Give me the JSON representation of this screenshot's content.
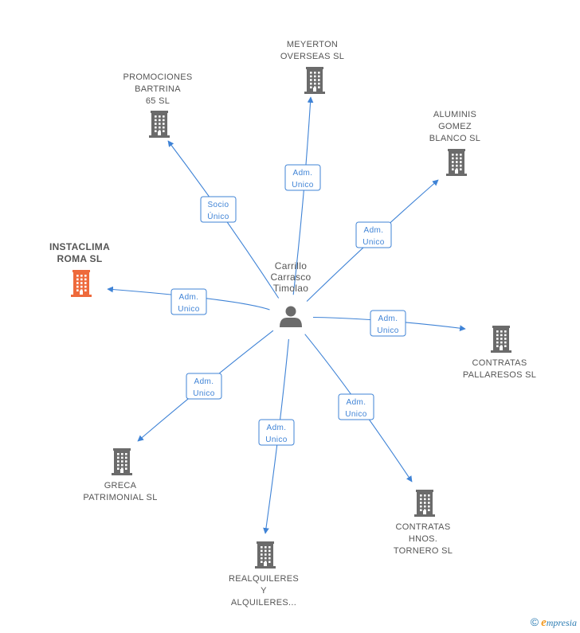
{
  "center": {
    "name_lines": [
      "Carrillo",
      "Carrasco",
      "Timolao"
    ]
  },
  "colors": {
    "edge": "#3f83d6",
    "company": "#6b6b6b",
    "focus": "#ee6a3c",
    "person": "#6b6b6b"
  },
  "nodes": [
    {
      "id": "instaclima",
      "lines": [
        "INSTACLIMA",
        "ROMA SL"
      ],
      "focus": true,
      "relation": [
        "Adm.",
        "Unico"
      ]
    },
    {
      "id": "promociones",
      "lines": [
        "PROMOCIONES",
        "BARTRINA",
        "65 SL"
      ],
      "relation": [
        "Socio",
        "Único"
      ]
    },
    {
      "id": "meyerton",
      "lines": [
        "MEYERTON",
        "OVERSEAS SL"
      ],
      "relation": [
        "Adm.",
        "Unico"
      ]
    },
    {
      "id": "aluminis",
      "lines": [
        "ALUMINIS",
        "GOMEZ",
        "BLANCO SL"
      ],
      "relation": [
        "Adm.",
        "Unico"
      ]
    },
    {
      "id": "pallaresos",
      "lines": [
        "CONTRATAS",
        "PALLARESOS SL"
      ],
      "relation": [
        "Adm.",
        "Unico"
      ]
    },
    {
      "id": "tornero",
      "lines": [
        "CONTRATAS",
        "HNOS.",
        "TORNERO SL"
      ],
      "relation": [
        "Adm.",
        "Unico"
      ]
    },
    {
      "id": "realquileres",
      "lines": [
        "REALQUILERES",
        "Y",
        "ALQUILERES..."
      ],
      "relation": [
        "Adm.",
        "Unico"
      ]
    },
    {
      "id": "greca",
      "lines": [
        "GRECA",
        "PATRIMONIAL SL"
      ],
      "relation": [
        "Adm.",
        "Unico"
      ]
    }
  ],
  "watermark": {
    "copyright": "©",
    "brand_initial": "e",
    "brand_rest": "mpresia"
  }
}
